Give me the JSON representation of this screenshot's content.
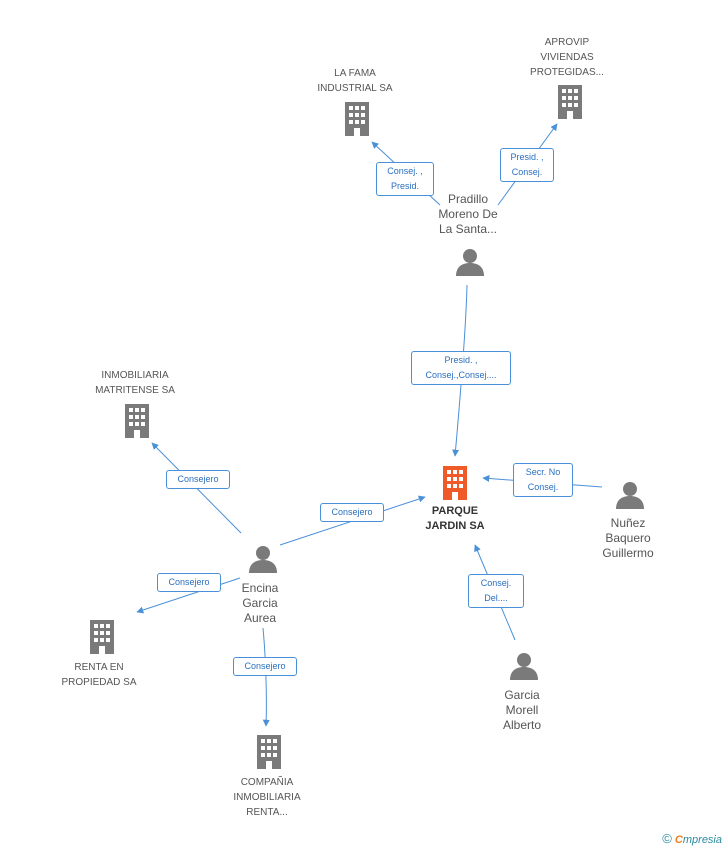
{
  "colors": {
    "edge": "#4a90d9",
    "node_icon": "#7a7a7a",
    "center_icon": "#f05a28",
    "edge_label_text": "#2a6fbf"
  },
  "center": {
    "name": "PARQUE\nJARDIN SA",
    "icon": "building-icon"
  },
  "companies": [
    {
      "id": "lafama",
      "name": "LA FAMA\nINDUSTRIAL SA"
    },
    {
      "id": "aprovip",
      "name": "APROVIP\nVIVIENDAS\nPROTEGIDAS..."
    },
    {
      "id": "matritense",
      "name": "INMOBILIARIA\nMATRITENSE SA"
    },
    {
      "id": "renta",
      "name": "RENTA EN\nPROPIEDAD SA"
    },
    {
      "id": "compania",
      "name": "COMPAÑIA\nINMOBILIARIA\nRENTA..."
    }
  ],
  "persons": [
    {
      "id": "pradillo",
      "name": "Pradillo\nMoreno De\nLa Santa..."
    },
    {
      "id": "encina",
      "name": "Encina\nGarcia\nAurea"
    },
    {
      "id": "nunez",
      "name": "Nuñez\nBaquero\nGuillermo"
    },
    {
      "id": "garcia",
      "name": "Garcia\nMorell\nAlberto"
    }
  ],
  "edges": [
    {
      "id": "e1",
      "label": "Consej. ,\nPresid."
    },
    {
      "id": "e2",
      "label": "Presid. ,\nConsej."
    },
    {
      "id": "e3",
      "label": "Presid. ,\nConsej.,Consej...."
    },
    {
      "id": "e4",
      "label": "Consejero"
    },
    {
      "id": "e5",
      "label": "Consejero"
    },
    {
      "id": "e6",
      "label": "Consejero"
    },
    {
      "id": "e7",
      "label": "Consejero"
    },
    {
      "id": "e8",
      "label": "Secr.  No\nConsej."
    },
    {
      "id": "e9",
      "label": "Consej.\nDel...."
    }
  ],
  "footer": {
    "copyright": "©",
    "brand_first": "C",
    "brand_rest": "mpresia"
  }
}
